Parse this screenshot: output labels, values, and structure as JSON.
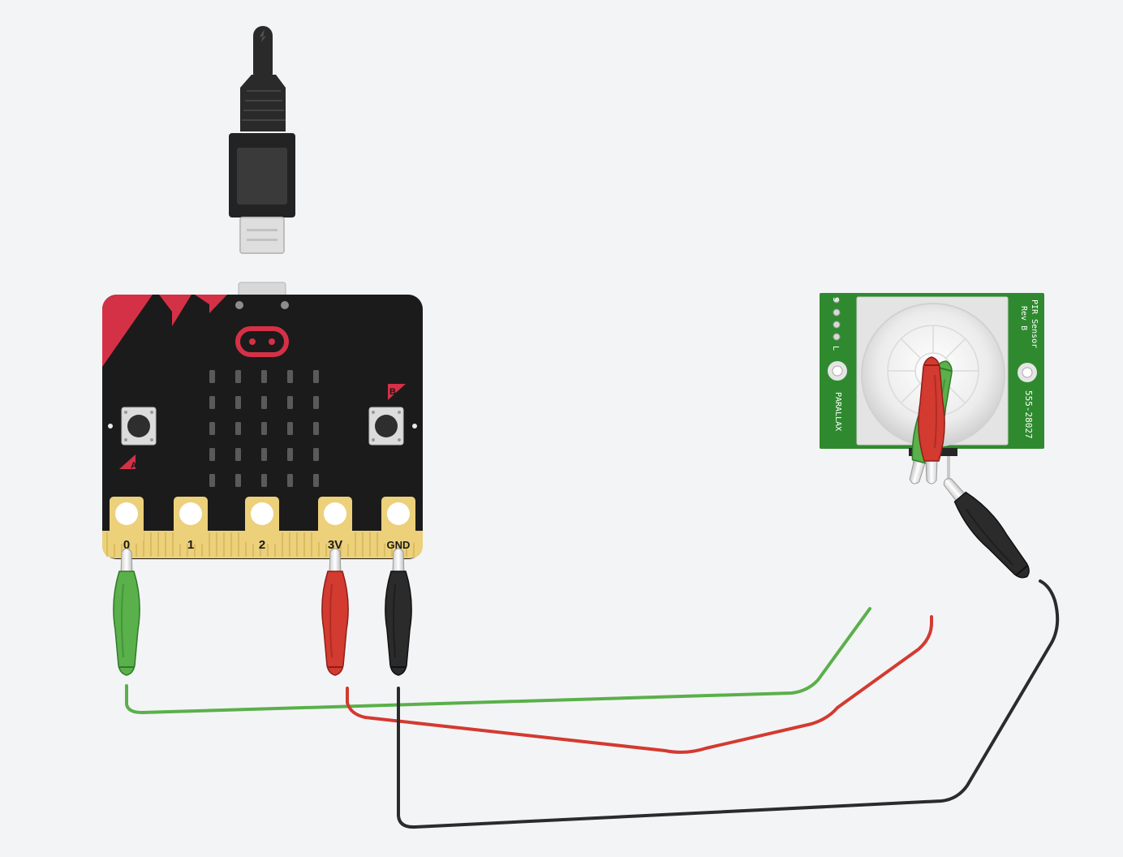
{
  "microbit": {
    "pins": [
      {
        "id": "pin-0",
        "label": "0"
      },
      {
        "id": "pin-1",
        "label": "1"
      },
      {
        "id": "pin-2",
        "label": "2"
      },
      {
        "id": "pin-3v",
        "label": "3V"
      },
      {
        "id": "pin-gnd",
        "label": "GND"
      }
    ],
    "button_a": "A",
    "button_b": "B",
    "board_color": "#1b1b1b",
    "accent_color": "#d43147",
    "edge_color": "#ecd07a",
    "led_rows": 5,
    "led_cols": 5
  },
  "pir": {
    "title": "PIR Sensor",
    "revision": "Rev B",
    "brand": "PARALLAX",
    "part_number": "555-28027",
    "pin_labels": [
      "S",
      "L"
    ],
    "board_color": "#2f8a2f"
  },
  "usb_cable": {
    "icon": "usb-micro-cable-icon",
    "plug_icon": "lightning-icon"
  },
  "wires": [
    {
      "name": "signal-wire",
      "from": "0",
      "to": "S",
      "color": "#5ab04a"
    },
    {
      "name": "power-wire",
      "from": "3V",
      "to": "+",
      "color": "#d33a30"
    },
    {
      "name": "ground-wire",
      "from": "GND",
      "to": "-",
      "color": "#2b2b2b"
    }
  ]
}
